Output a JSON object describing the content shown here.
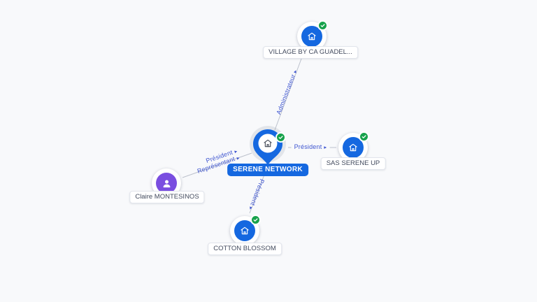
{
  "app": {
    "view": "company-relations-graph"
  },
  "colors": {
    "background": "#f8f9fb",
    "accent_blue": "#1568e0",
    "edge_label_blue": "#3e55d0",
    "verified_green": "#17a24b",
    "person_purple": "#7a4ee0",
    "edge_gray": "#bcc1cc"
  },
  "icons": {
    "arrow": "▸",
    "company": "company-building-icon",
    "person": "person-icon",
    "verified": "check-badge-icon",
    "pin": "map-pin-icon"
  },
  "center_node": {
    "label": "SERENE NETWORK",
    "type": "company",
    "badge": "verified"
  },
  "nodes": [
    {
      "id": "village",
      "label": "VILLAGE BY CA GUADEL...",
      "type": "company",
      "badge": "verified",
      "stacked": true
    },
    {
      "id": "serene-up",
      "label": "SAS SERENE UP",
      "type": "company",
      "badge": "verified",
      "stacked": false
    },
    {
      "id": "claire",
      "label": "Claire MONTESINOS",
      "type": "person",
      "badge": null,
      "stacked": true
    },
    {
      "id": "cotton",
      "label": "COTTON BLOSSOM",
      "type": "company",
      "badge": "verified",
      "stacked": false
    }
  ],
  "edges": [
    {
      "from": "SERENE NETWORK",
      "to": "VILLAGE BY CA GUADEL...",
      "role": "Administrateur"
    },
    {
      "from": "SERENE NETWORK",
      "to": "SAS SERENE UP",
      "role": "Président"
    },
    {
      "from": "Claire MONTESINOS",
      "to": "SERENE NETWORK",
      "roles": [
        "Président",
        "Représentant"
      ]
    },
    {
      "from": "SERENE NETWORK",
      "to": "COTTON BLOSSOM",
      "role": "Président"
    }
  ]
}
